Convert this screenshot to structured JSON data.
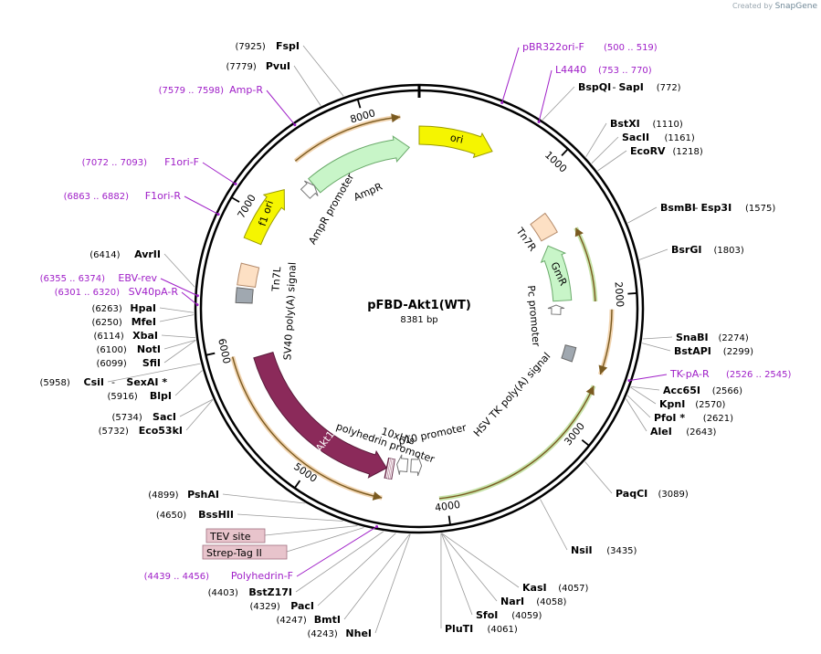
{
  "watermark": {
    "prefix": "Created by",
    "brand": "SnapGene"
  },
  "plasmid": {
    "name": "pFBD-Akt1(WT)",
    "size_label": "8381 bp",
    "length": 8381
  },
  "colors": {
    "site": "#000000",
    "primer": "#a020c8",
    "leader": "#9a9a9a"
  },
  "ticks": [
    {
      "bp": 1000,
      "label": "1000"
    },
    {
      "bp": 2000,
      "label": "2000"
    },
    {
      "bp": 3000,
      "label": "3000"
    },
    {
      "bp": 4000,
      "label": "4000"
    },
    {
      "bp": 5000,
      "label": "5000"
    },
    {
      "bp": 6000,
      "label": "6000"
    },
    {
      "bp": 7000,
      "label": "7000"
    },
    {
      "bp": 8000,
      "label": "8000"
    }
  ],
  "features": [
    {
      "id": "ori",
      "label": "ori",
      "start": 0,
      "end": 580,
      "dir": 1,
      "track": "outer",
      "color": "#f5f500",
      "stroke": "#9a9a00",
      "kind": "arrow"
    },
    {
      "id": "ampr",
      "label": "AmpR",
      "start": 7440,
      "end": 8300,
      "dir": 1,
      "track": "mid",
      "color": "#c8f5c8",
      "stroke": "#6aaa6a",
      "kind": "arrow"
    },
    {
      "id": "ampr-promoter",
      "label": "AmpR promoter",
      "start": 7340,
      "end": 7440,
      "dir": 1,
      "track": "mid",
      "color": "#ffffff",
      "stroke": "#777777",
      "kind": "arrow"
    },
    {
      "id": "f1-ori",
      "label": "f1 ori",
      "start": 6800,
      "end": 7250,
      "dir": 1,
      "track": "outer",
      "color": "#f5f500",
      "stroke": "#9a9a00",
      "kind": "arrow"
    },
    {
      "id": "tn7r",
      "label": "Tn7R",
      "start": 1230,
      "end": 1420,
      "dir": 0,
      "track": "outer",
      "color": "#fde0c4",
      "stroke": "#b48a6a",
      "kind": "box"
    },
    {
      "id": "gmr",
      "label": "GmR",
      "start": 1490,
      "end": 2020,
      "dir": -1,
      "track": "mid",
      "color": "#c8f5c8",
      "stroke": "#6aaa6a",
      "kind": "arrow"
    },
    {
      "id": "pc-promoter",
      "label": "Pc promoter",
      "start": 2060,
      "end": 2150,
      "dir": -1,
      "track": "mid",
      "color": "#ffffff",
      "stroke": "#777777",
      "kind": "arrow"
    },
    {
      "id": "hsv-tk-polya",
      "label": "HSV TK poly(A) signal",
      "start": 2420,
      "end": 2540,
      "dir": 0,
      "track": "outer",
      "color": "#a0a8b0",
      "stroke": "#666666",
      "kind": "box"
    },
    {
      "id": "tn7l",
      "label": "Tn7L",
      "start": 6460,
      "end": 6620,
      "dir": 0,
      "track": "outer",
      "color": "#fde0c4",
      "stroke": "#b48a6a",
      "kind": "box"
    },
    {
      "id": "sv40-polya",
      "label": "SV40 poly(A) signal",
      "start": 6330,
      "end": 6440,
      "dir": 0,
      "track": "outer",
      "color": "#a0a8b0",
      "stroke": "#666666",
      "kind": "box"
    },
    {
      "id": "akt1",
      "label": "Akt1",
      "start": 4460,
      "end": 5900,
      "dir": -1,
      "track": "outer",
      "color": "#8b2a5a",
      "stroke": "#5a1a3a",
      "kind": "arrow"
    },
    {
      "id": "10xhis",
      "label": "10xHis",
      "start": 4405,
      "end": 4460,
      "dir": 0,
      "track": "outer",
      "color": "#b07890",
      "stroke": "#5a1a3a",
      "kind": "box"
    },
    {
      "id": "polyhedrin-promoter",
      "label": "polyhedrin promoter",
      "start": 4290,
      "end": 4380,
      "dir": 1,
      "track": "outer",
      "color": "#ffffff",
      "stroke": "#777777",
      "kind": "arrow"
    },
    {
      "id": "p10-promoter",
      "label": "p10 promoter",
      "start": 4170,
      "end": 4260,
      "dir": -1,
      "track": "outer",
      "color": "#ffffff",
      "stroke": "#777777",
      "kind": "arrow"
    }
  ],
  "labels": {
    "ampr": "AmpR",
    "ampr_promoter": "AmpR promoter",
    "ori": "ori",
    "f1_ori": "f1 ori",
    "tn7r": "Tn7R",
    "gmr": "GmR",
    "pc_promoter": "Pc promoter",
    "hsv": "HSV TK poly(A) signal",
    "tn7l": "Tn7L",
    "sv40": "SV40 poly(A) signal",
    "akt1": "Akt1",
    "polyhedrin": "polyhedrin promoter",
    "his": "10xHis",
    "p10": "p10 promoter"
  },
  "arcs": [
    {
      "id": "arc-ampr",
      "start": 7450,
      "end": 8250,
      "color": "#e0a050",
      "dir": 1
    },
    {
      "id": "arc-gmr",
      "start": 1460,
      "end": 2040,
      "color": "#80c040",
      "dir": -1
    },
    {
      "id": "arc-tk",
      "start": 2100,
      "end": 2560,
      "color": "#e0a050",
      "dir": 1
    },
    {
      "id": "arc-hsv",
      "start": 2650,
      "end": 4050,
      "color": "#80c040",
      "dir": -1
    },
    {
      "id": "arc-akt",
      "start": 4450,
      "end": 5950,
      "color": "#e0a050",
      "dir": -1
    }
  ],
  "sites_right": [
    {
      "name": "FspI",
      "pos": "(7925)",
      "bp": 7925,
      "side": "L"
    },
    {
      "name": "PvuI",
      "pos": "(7779)",
      "bp": 7779,
      "side": "L"
    },
    {
      "name": "BspQI",
      "extra": "SapI",
      "pos": "(772)",
      "bp": 772,
      "side": "R"
    },
    {
      "name": "BstXI",
      "pos": "(1110)",
      "bp": 1110,
      "side": "R"
    },
    {
      "name": "SacII",
      "pos": "(1161)",
      "bp": 1161,
      "side": "R"
    },
    {
      "name": "EcoRV",
      "pos": "(1218)",
      "bp": 1218,
      "side": "R"
    },
    {
      "name": "BsmBI",
      "extra": "Esp3I",
      "pos": "(1575)",
      "bp": 1575,
      "side": "R"
    },
    {
      "name": "BsrGI",
      "pos": "(1803)",
      "bp": 1803,
      "side": "R"
    },
    {
      "name": "SnaBI",
      "pos": "(2274)",
      "bp": 2274,
      "side": "R"
    },
    {
      "name": "BstAPI",
      "pos": "(2299)",
      "bp": 2299,
      "side": "R"
    },
    {
      "name": "Acc65I",
      "pos": "(2566)",
      "bp": 2566,
      "side": "R"
    },
    {
      "name": "KpnI",
      "pos": "(2570)",
      "bp": 2570,
      "side": "R"
    },
    {
      "name": "PfoI *",
      "pos": "(2621)",
      "bp": 2621,
      "side": "R"
    },
    {
      "name": "AleI",
      "pos": "(2643)",
      "bp": 2643,
      "side": "R"
    },
    {
      "name": "PaqCI",
      "pos": "(3089)",
      "bp": 3089,
      "side": "R"
    },
    {
      "name": "NsiI",
      "pos": "(3435)",
      "bp": 3435,
      "side": "R"
    },
    {
      "name": "KasI",
      "pos": "(4057)",
      "bp": 4057,
      "side": "R"
    },
    {
      "name": "NarI",
      "pos": "(4058)",
      "bp": 4058,
      "side": "R"
    },
    {
      "name": "SfoI",
      "pos": "(4059)",
      "bp": 4059,
      "side": "R"
    },
    {
      "name": "PluTI",
      "pos": "(4061)",
      "bp": 4061,
      "side": "R"
    },
    {
      "name": "NheI",
      "pos": "(4243)",
      "bp": 4243,
      "side": "L"
    },
    {
      "name": "BmtI",
      "pos": "(4247)",
      "bp": 4247,
      "side": "L"
    },
    {
      "name": "PacI",
      "pos": "(4329)",
      "bp": 4329,
      "side": "L"
    },
    {
      "name": "BstZ17I",
      "pos": "(4403)",
      "bp": 4403,
      "side": "L"
    },
    {
      "name": "BssHII",
      "pos": "(4650)",
      "bp": 4650,
      "side": "L"
    },
    {
      "name": "PshAI",
      "pos": "(4899)",
      "bp": 4899,
      "side": "L"
    },
    {
      "name": "Eco53kI",
      "pos": "(5732)",
      "bp": 5732,
      "side": "L"
    },
    {
      "name": "SacI",
      "pos": "(5734)",
      "bp": 5734,
      "side": "L"
    },
    {
      "name": "BlpI",
      "pos": "(5916)",
      "bp": 5916,
      "side": "L"
    },
    {
      "name": "CsiI",
      "extra": "SexAI *",
      "pos": "(5958)",
      "bp": 5958,
      "side": "L"
    },
    {
      "name": "SfiI",
      "pos": "(6099)",
      "bp": 6099,
      "side": "L"
    },
    {
      "name": "NotI",
      "pos": "(6100)",
      "bp": 6100,
      "side": "L"
    },
    {
      "name": "XbaI",
      "pos": "(6114)",
      "bp": 6114,
      "side": "L"
    },
    {
      "name": "MfeI",
      "pos": "(6250)",
      "bp": 6250,
      "side": "L"
    },
    {
      "name": "HpaI",
      "pos": "(6263)",
      "bp": 6263,
      "side": "L"
    },
    {
      "name": "AvrII",
      "pos": "(6414)",
      "bp": 6414,
      "side": "L"
    }
  ],
  "primers": [
    {
      "name": "pBR322ori-F",
      "pos": "(500 .. 519)",
      "bp": 510
    },
    {
      "name": "L4440",
      "pos": "(753 .. 770)",
      "bp": 760
    },
    {
      "name": "TK-pA-R",
      "pos": "(2526 .. 2545)",
      "bp": 2535
    },
    {
      "name": "Polyhedrin-F",
      "pos": "(4439 .. 4456)",
      "bp": 4447
    },
    {
      "name": "SV40pA-R",
      "pos": "(6301 .. 6320)",
      "bp": 6310
    },
    {
      "name": "EBV-rev",
      "pos": "(6355 .. 6374)",
      "bp": 6364
    },
    {
      "name": "F1ori-R",
      "pos": "(6863 .. 6882)",
      "bp": 6872
    },
    {
      "name": "F1ori-F",
      "pos": "(7072 .. 7093)",
      "bp": 7082
    },
    {
      "name": "Amp-R",
      "pos": "(7579 .. 7598)",
      "bp": 7588
    }
  ],
  "boxed_labels": [
    {
      "name": "TEV site",
      "bp": 4560
    },
    {
      "name": "Strep-Tag II",
      "bp": 4520
    }
  ]
}
